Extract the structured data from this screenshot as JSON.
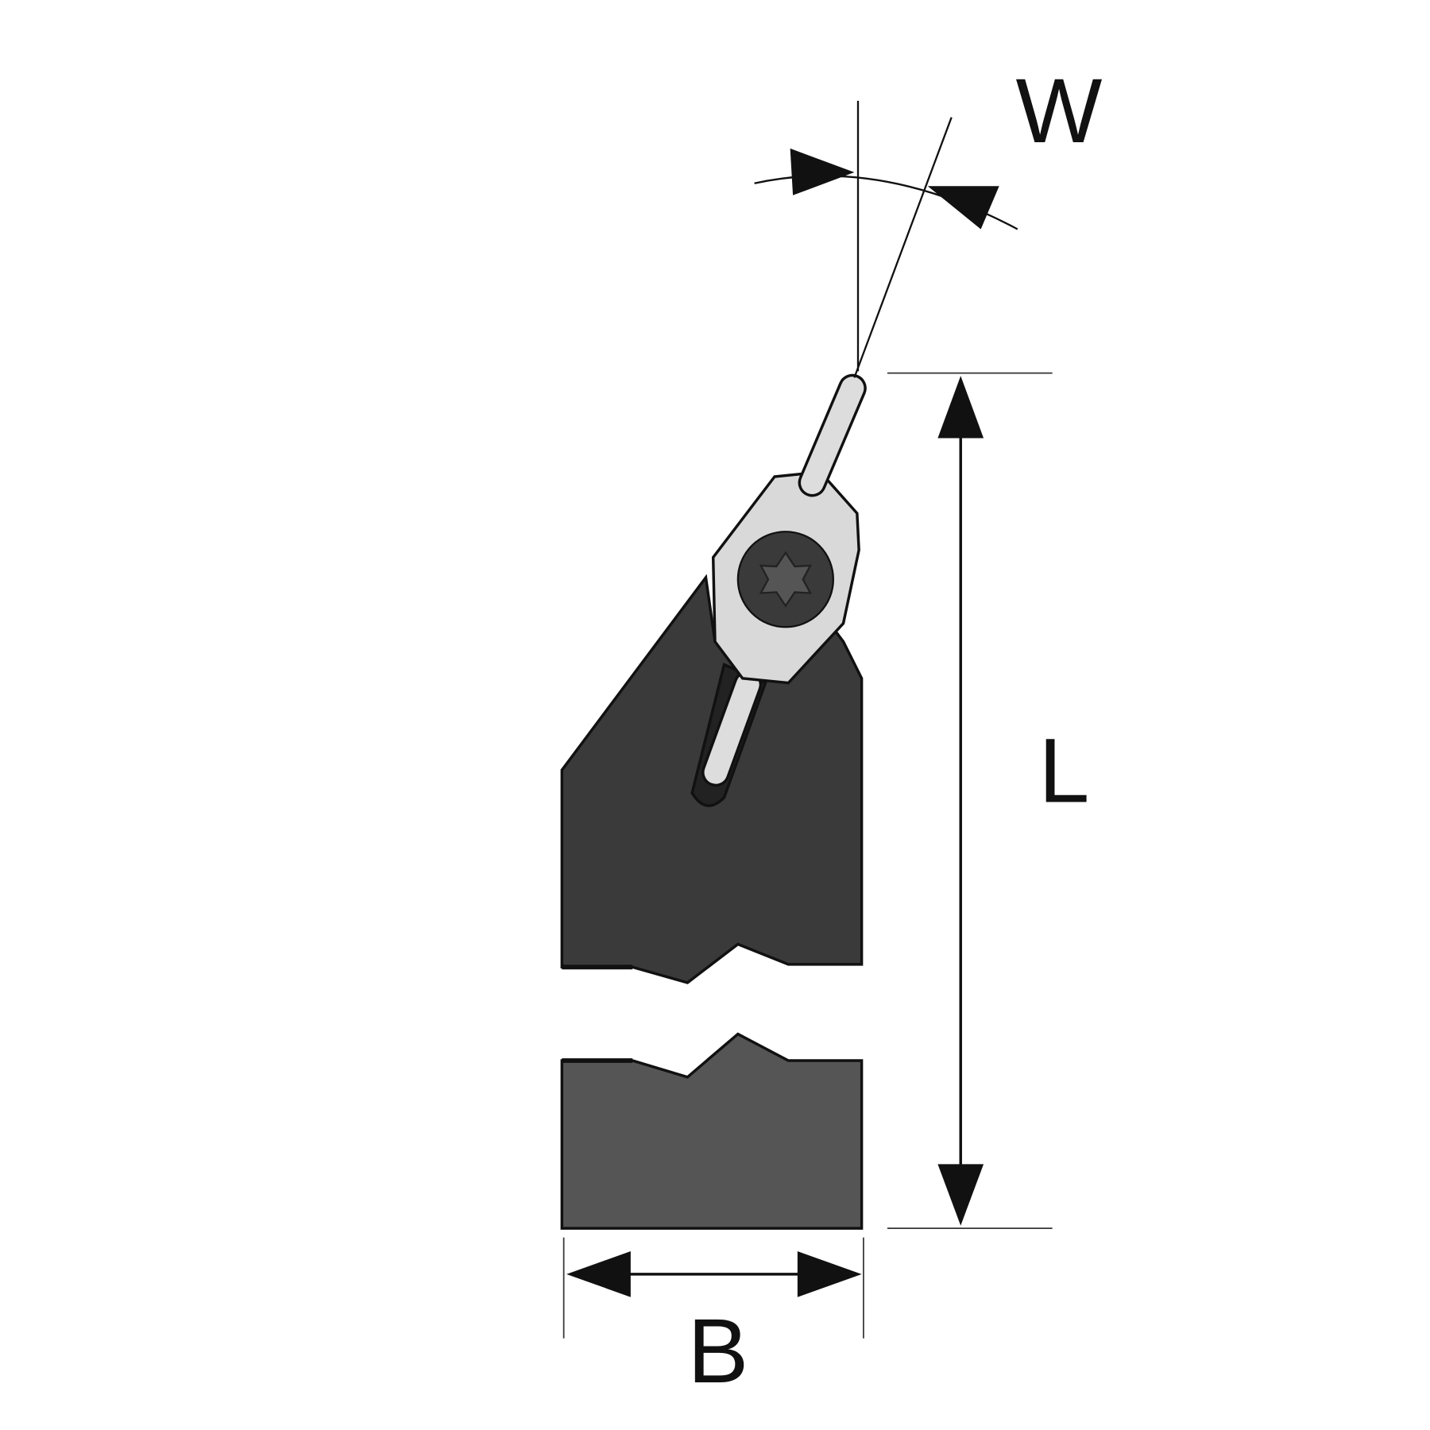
{
  "labels": {
    "width": "W",
    "length": "L",
    "body_width": "B"
  },
  "colors": {
    "body": "#3a3a3a",
    "insert": "#d9d9d9",
    "line": "#111111"
  }
}
